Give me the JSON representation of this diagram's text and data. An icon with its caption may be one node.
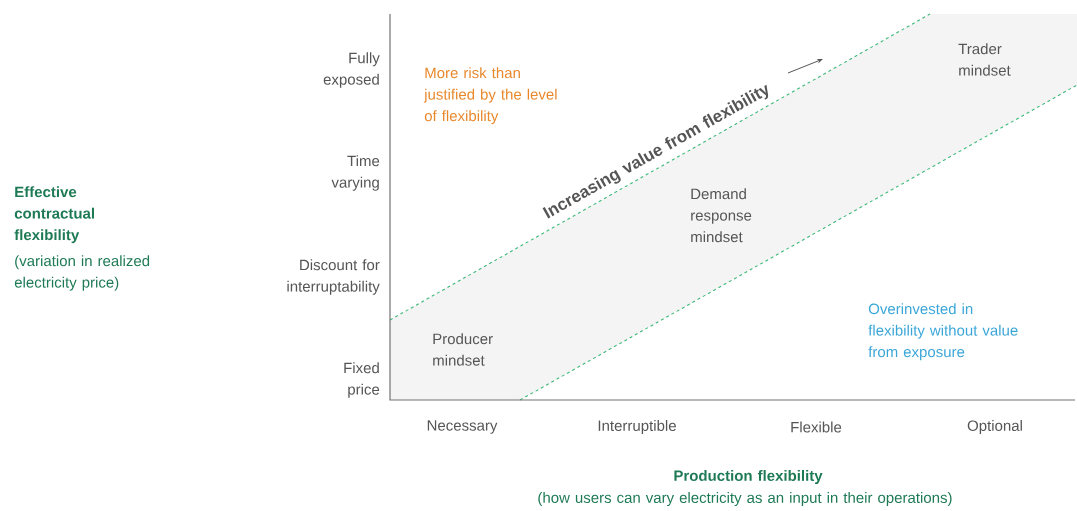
{
  "diagram": {
    "nodes": [
      {
        "text": [
          "Producer mindset",
          "Demand response mindset",
          "Trader mindset"
        ]
      }
    ],
    "labels": [
      "Fully exposed",
      "Time varying",
      "Discount for interruptability",
      "Fixed price",
      "Effective contractual flexibility",
      "(variation in realized electricity price)",
      "More risk than justified by the level of flexibility",
      "Increasing value from flexibility",
      "Overinvested in flexibility without value from exposure",
      "Necessary",
      "Interruptible",
      "Flexible",
      "Optional",
      "Production flexibility",
      "(how users can vary electricity as an input in their operations)"
    ]
  }
}
